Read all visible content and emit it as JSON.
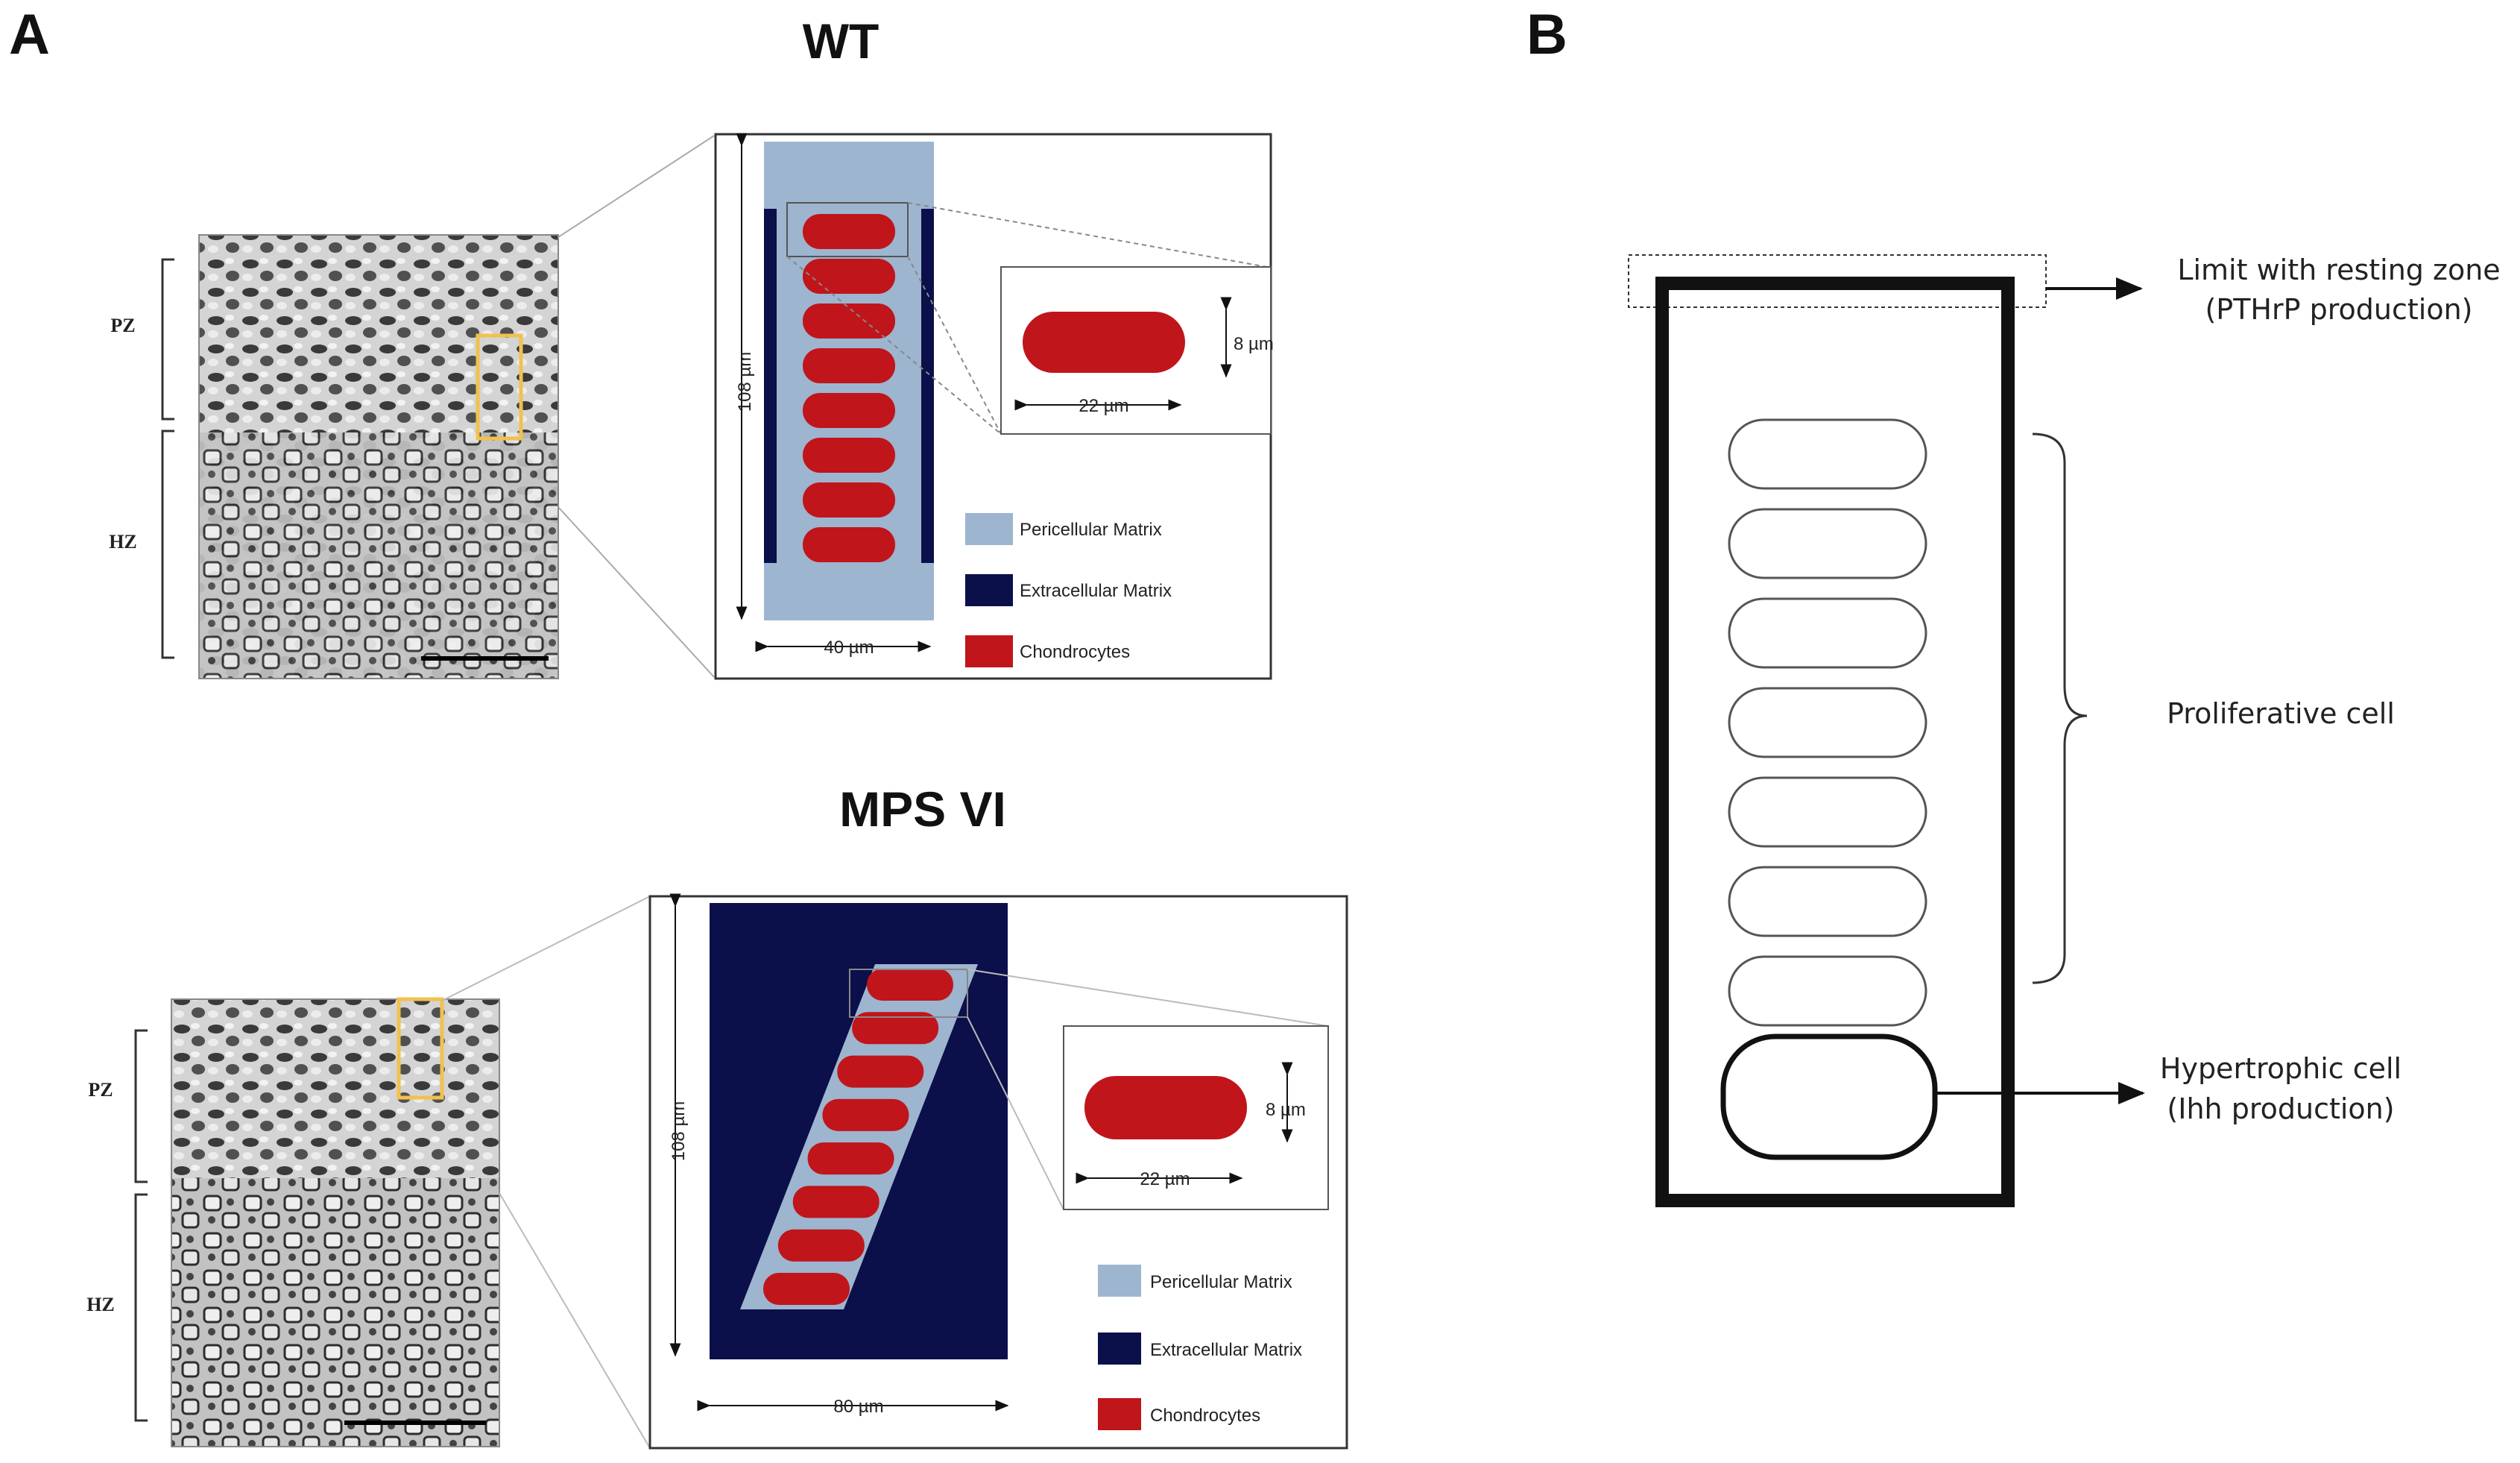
{
  "panel_a": {
    "letter": "A",
    "wt": {
      "title": "WT",
      "zones": {
        "pz": "PZ",
        "hz": "HZ"
      },
      "height_label": "108 µm",
      "width_label": "40 µm",
      "cell_height_label": "8 µm",
      "cell_width_label": "22 µm",
      "cell_count": 8
    },
    "mps": {
      "title": "MPS VI",
      "zones": {
        "pz": "PZ",
        "hz": "HZ"
      },
      "height_label": "108 µm",
      "width_label": "80 µm",
      "cell_height_label": "8 µm",
      "cell_width_label": "22 µm",
      "cell_count": 8
    },
    "legend": {
      "pericellular": "Pericellular Matrix",
      "extracellular": "Extracellular Matrix",
      "chondrocytes": "Chondrocytes"
    }
  },
  "panel_b": {
    "letter": "B",
    "limit_label_line1": "Limit with resting zone",
    "limit_label_line2": "(PTHrP production)",
    "proliferative_label": "Proliferative cell",
    "hypertrophic_label_line1": "Hypertrophic cell",
    "hypertrophic_label_line2": "(Ihh production)",
    "proliferative_cell_count": 7
  },
  "colors": {
    "pericellular": "#9db5cf",
    "extracellular": "#0b0f4a",
    "chondrocyte": "#c0151b",
    "highlight_box": "#f2c14e"
  }
}
